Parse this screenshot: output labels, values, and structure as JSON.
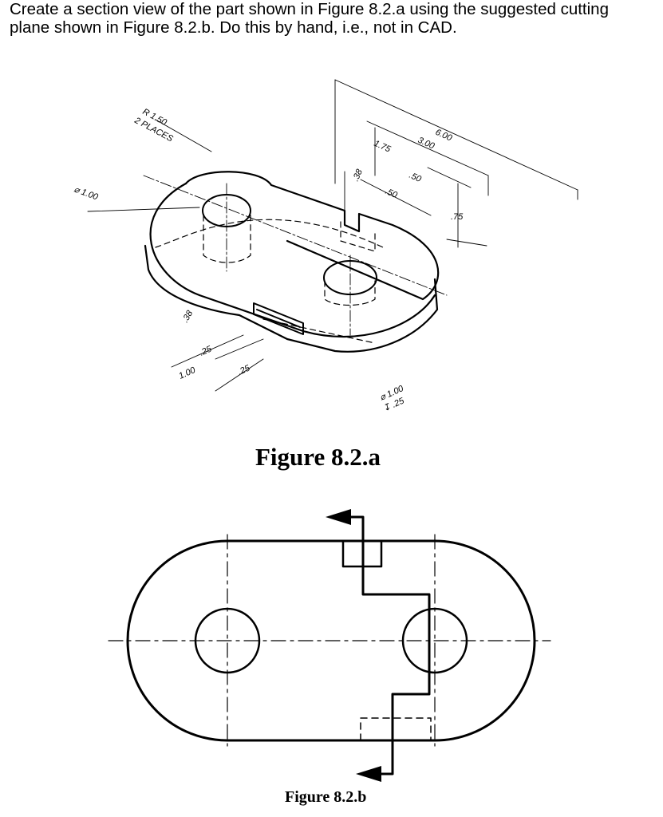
{
  "instructions": {
    "line1": "Create a section view of the part shown in Figure 8.2.a using the suggested cutting",
    "line2": "plane shown in Figure 8.2.b. Do this by hand, i.e., not in CAD."
  },
  "figure_a": {
    "caption": "Figure 8.2.a",
    "dims": {
      "radius": "R 1.50",
      "places": "2 PLACES",
      "hole_dia": "⌀ 1.00",
      "overall": "6.00",
      "center": "3.00",
      "slot_pos": "1.75",
      "slot_depth": ".38",
      "slot_w1": ".50",
      "slot_w2": ".50",
      "thick": ".75",
      "side_slot_depth": ".38",
      "side_slot_a": ".25",
      "side_slot_b": "1.00",
      "side_slot_c": ".25",
      "cbore_dia": "⌀ 1.00",
      "cbore_depth": "↧ .25"
    }
  },
  "figure_b": {
    "caption": "Figure 8.2.b"
  }
}
